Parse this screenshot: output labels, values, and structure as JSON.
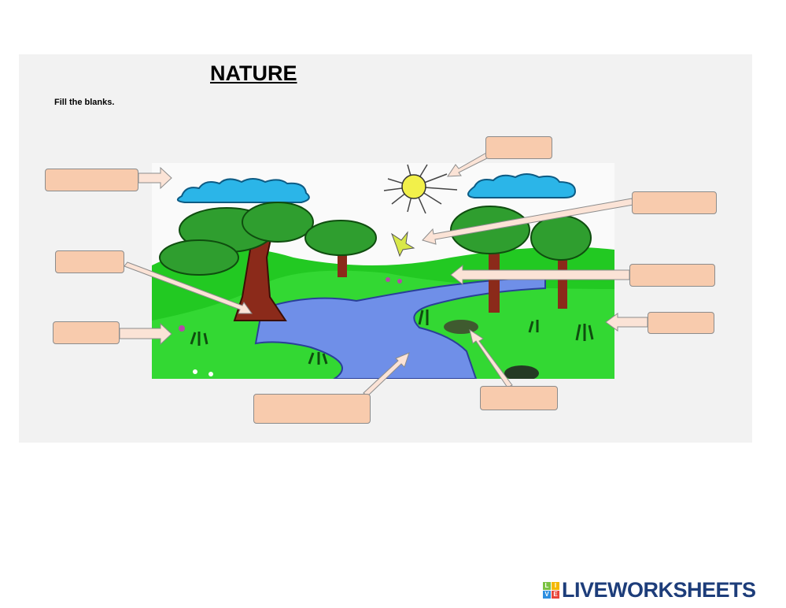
{
  "worksheet": {
    "title": "NATURE",
    "instruction": "Fill the blanks."
  },
  "blanks": [
    {
      "id": "clouds",
      "value": ""
    },
    {
      "id": "sun",
      "value": ""
    },
    {
      "id": "bird",
      "value": ""
    },
    {
      "id": "tree",
      "value": ""
    },
    {
      "id": "flowers",
      "value": ""
    },
    {
      "id": "plants",
      "value": ""
    },
    {
      "id": "grass",
      "value": ""
    },
    {
      "id": "river",
      "value": ""
    },
    {
      "id": "rock",
      "value": ""
    }
  ],
  "branding": {
    "name": "LIVEWORKSHEETS",
    "tiles": [
      "L",
      "I",
      "V",
      "E"
    ]
  },
  "colors": {
    "blank_fill": "#f8cbad",
    "sheet_bg": "#f2f2f2",
    "grass": "#22c922",
    "river": "#6f8fe8",
    "brand": "#1d3d7a"
  }
}
